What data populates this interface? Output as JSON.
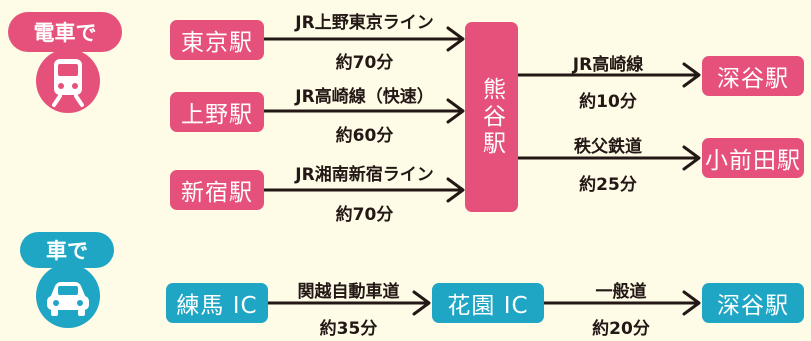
{
  "train_section": {
    "badge_label": "電車で",
    "badge_icon": "train-icon",
    "color": "#e5517a",
    "origins": [
      {
        "station": "東京駅",
        "line": "JR上野東京ライン",
        "time": "約70分"
      },
      {
        "station": "上野駅",
        "line": "JR高崎線（快速）",
        "time": "約60分"
      },
      {
        "station": "新宿駅",
        "line": "JR湘南新宿ライン",
        "time": "約70分"
      }
    ],
    "hub": "熊谷駅",
    "destinations": [
      {
        "station": "深谷駅",
        "line": "JR高崎線",
        "time": "約10分"
      },
      {
        "station": "小前田駅",
        "line": "秩父鉄道",
        "time": "約25分"
      }
    ]
  },
  "car_section": {
    "badge_label": "車で",
    "badge_icon": "car-icon",
    "color": "#1fa6c4",
    "start": "練馬 IC",
    "leg1": {
      "road": "関越自動車道",
      "time": "約35分"
    },
    "middle": "花園 IC",
    "leg2": {
      "road": "一般道",
      "time": "約20分"
    },
    "end": "深谷駅"
  }
}
